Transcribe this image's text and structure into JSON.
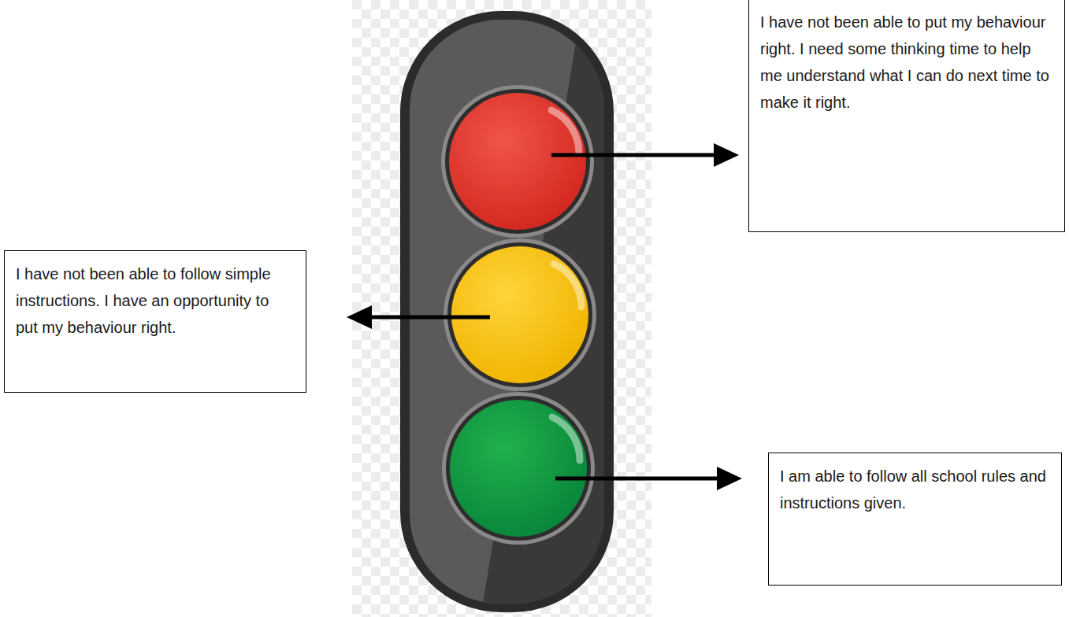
{
  "diagram": {
    "nodes": [
      {
        "text": [
          "I have not been able to put my behaviour right. I need some thinking time to help me understand what I can do next time to make it right."
        ]
      },
      {
        "text": [
          "I have not been able to follow simple instructions. I have an opportunity to put my behaviour right."
        ]
      },
      {
        "text": [
          "I am able to follow all school rules and instructions given."
        ]
      }
    ]
  }
}
